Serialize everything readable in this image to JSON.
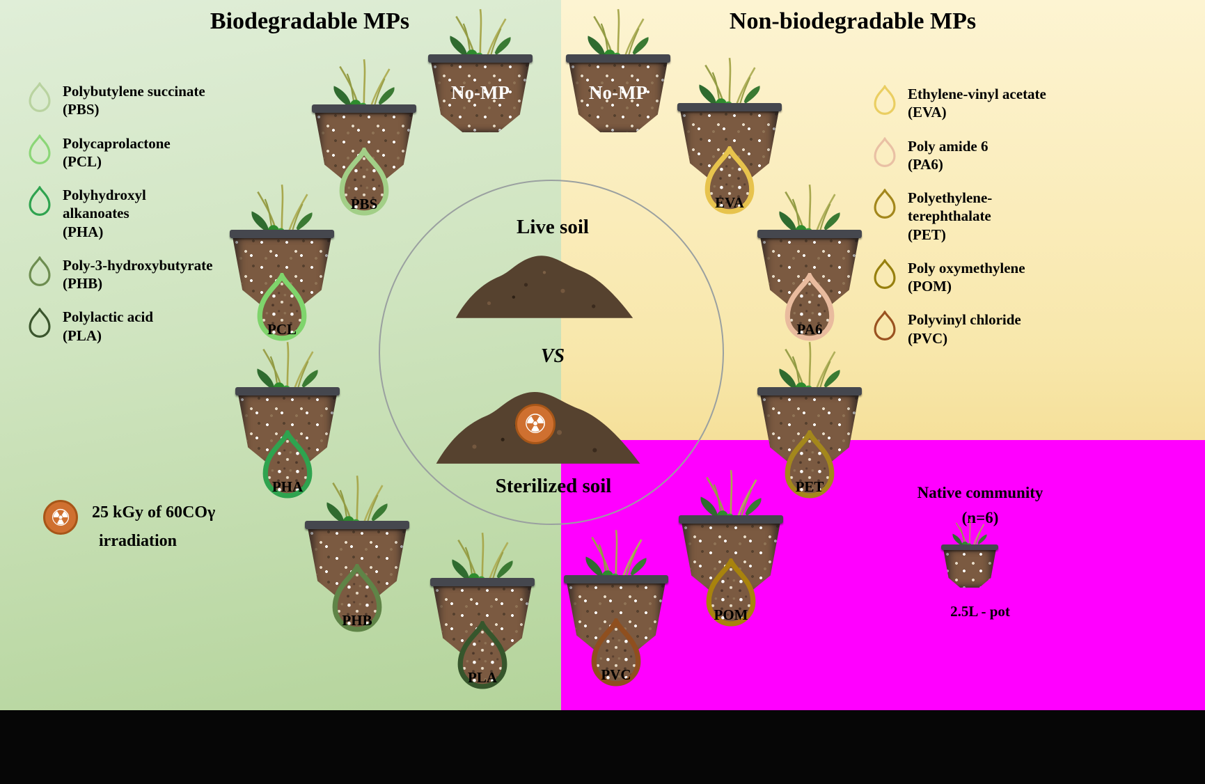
{
  "titles": {
    "left": "Biodegradable MPs",
    "right": "Non-biodegradable  MPs"
  },
  "legend_left": {
    "items": [
      {
        "name": "Polybutylene succinate",
        "abbr": "(PBS)",
        "color": "#b9d3a0"
      },
      {
        "name": "Polycaprolactone",
        "abbr": "(PCL)",
        "color": "#8bd677"
      },
      {
        "name": "Polyhydroxyl\nalkanoates",
        "abbr": "(PHA)",
        "color": "#2fa34f"
      },
      {
        "name": "Poly-3-hydroxybutyrate",
        "abbr": "(PHB)",
        "color": "#6d8d50"
      },
      {
        "name": "Polylactic acid",
        "abbr": "(PLA)",
        "color": "#3a552d"
      }
    ]
  },
  "legend_right": {
    "items": [
      {
        "name": "Ethylene-vinyl acetate",
        "abbr": "(EVA)",
        "color": "#eace62"
      },
      {
        "name": "Poly amide 6",
        "abbr": "(PA6)",
        "color": "#e9c0a4"
      },
      {
        "name": "Polyethylene-\nterephthalate",
        "abbr": "(PET)",
        "color": "#a3871c"
      },
      {
        "name": "Poly oxymethylene",
        "abbr": "(POM)",
        "color": "#97800e"
      },
      {
        "name": "Polyvinyl chloride",
        "abbr": "(PVC)",
        "color": "#9a5220"
      }
    ]
  },
  "pots": {
    "no_mp_left": {
      "label": "No-MP"
    },
    "no_mp_right": {
      "label": "No-MP"
    },
    "pbs": {
      "label": "PBS",
      "color": "#a2cf87"
    },
    "pcl": {
      "label": "PCL",
      "color": "#7fd46c"
    },
    "pha": {
      "label": "PHA",
      "color": "#2fa34f"
    },
    "phb": {
      "label": "PHB",
      "color": "#5f8447"
    },
    "pla": {
      "label": "PLA",
      "color": "#36562c"
    },
    "eva": {
      "label": "EVA",
      "color": "#e7c34d"
    },
    "pa6": {
      "label": "PA6",
      "color": "#e9bb9e"
    },
    "pet": {
      "label": "PET",
      "color": "#a3871c"
    },
    "pom": {
      "label": "POM",
      "color": "#a8830d"
    },
    "pvc": {
      "label": "PVC",
      "color": "#8f4f1f"
    }
  },
  "center": {
    "live": "Live soil",
    "vs": "VS",
    "sterilized": "Sterilized soil"
  },
  "irradiation": {
    "line1": "25 kGy of 60COγ",
    "line2": "irradiation",
    "symbol": "radiation-trefoil"
  },
  "native": {
    "line1": "Native community",
    "line2": "(n=6)",
    "pot_label": "2.5L - pot"
  },
  "colors": {
    "magenta": "#ff00ff",
    "radiation_orange": "#cf7030",
    "green_panel": "#c7dfb2",
    "yellow_panel": "#f9e9af"
  }
}
